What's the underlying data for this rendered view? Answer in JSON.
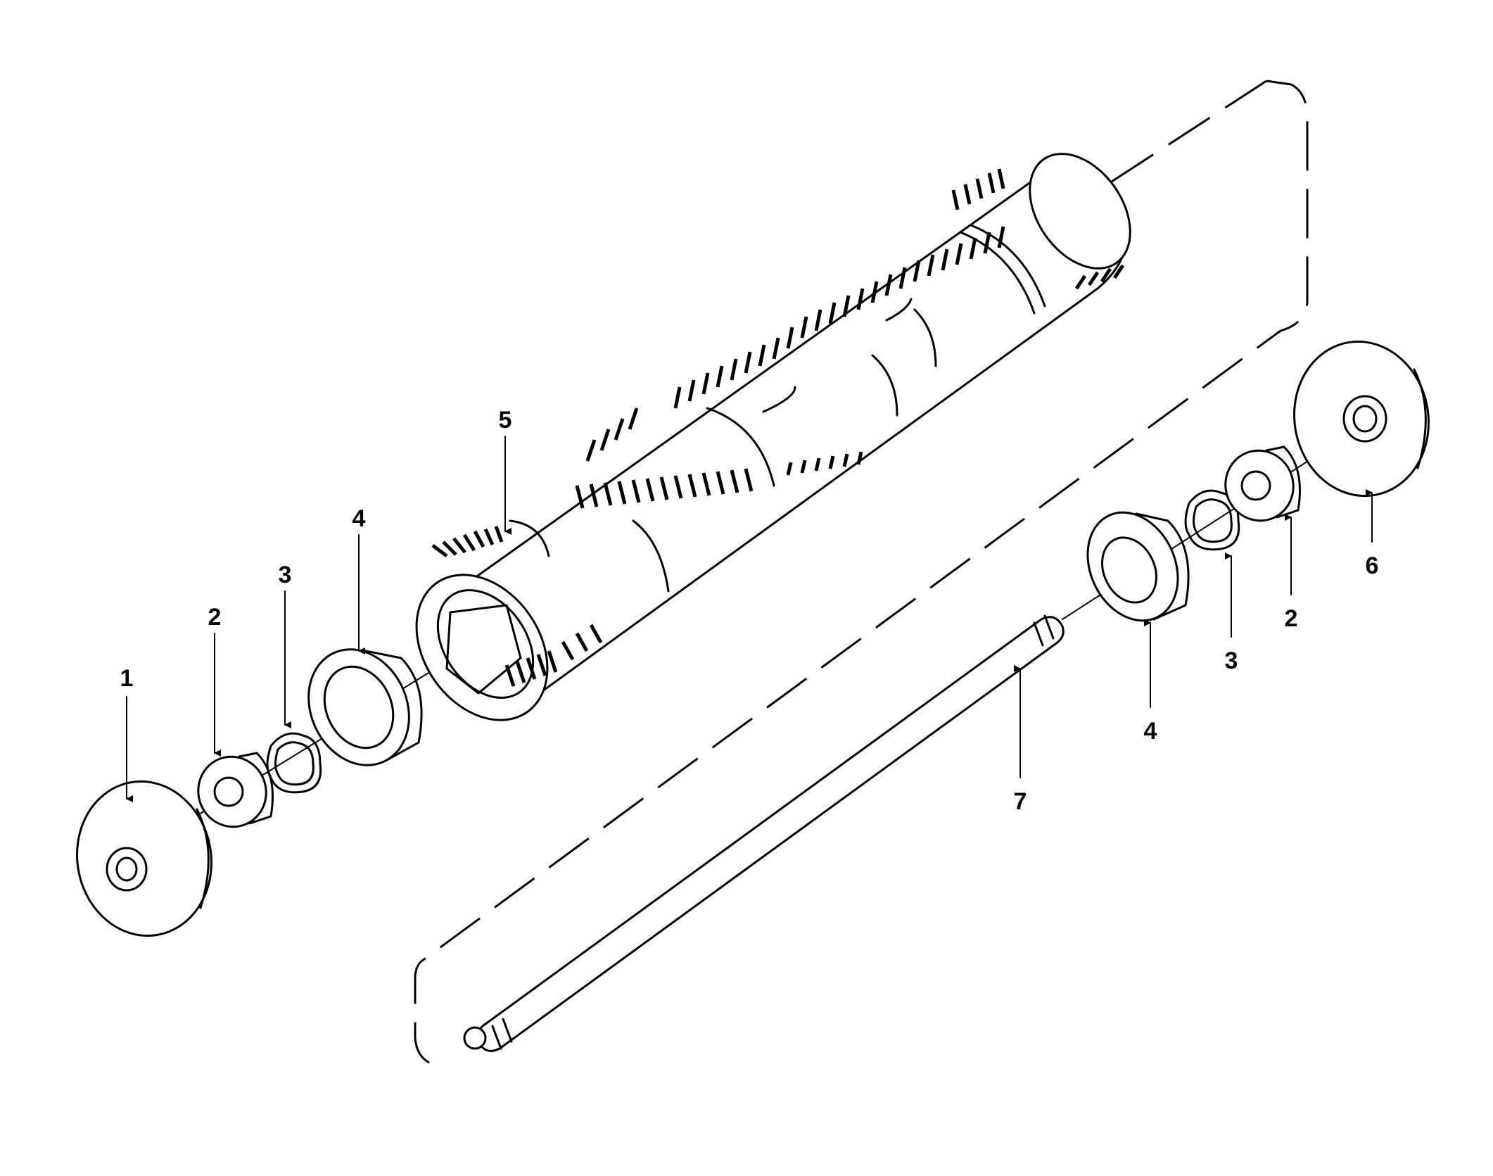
{
  "callouts": {
    "c1": "1",
    "c2a": "2",
    "c3a": "3",
    "c4a": "4",
    "c5": "5",
    "c4b": "4",
    "c3b": "3",
    "c2b": "2",
    "c6": "6",
    "c7": "7"
  },
  "colors": {
    "ink": "#000000",
    "paper": "#ffffff"
  }
}
